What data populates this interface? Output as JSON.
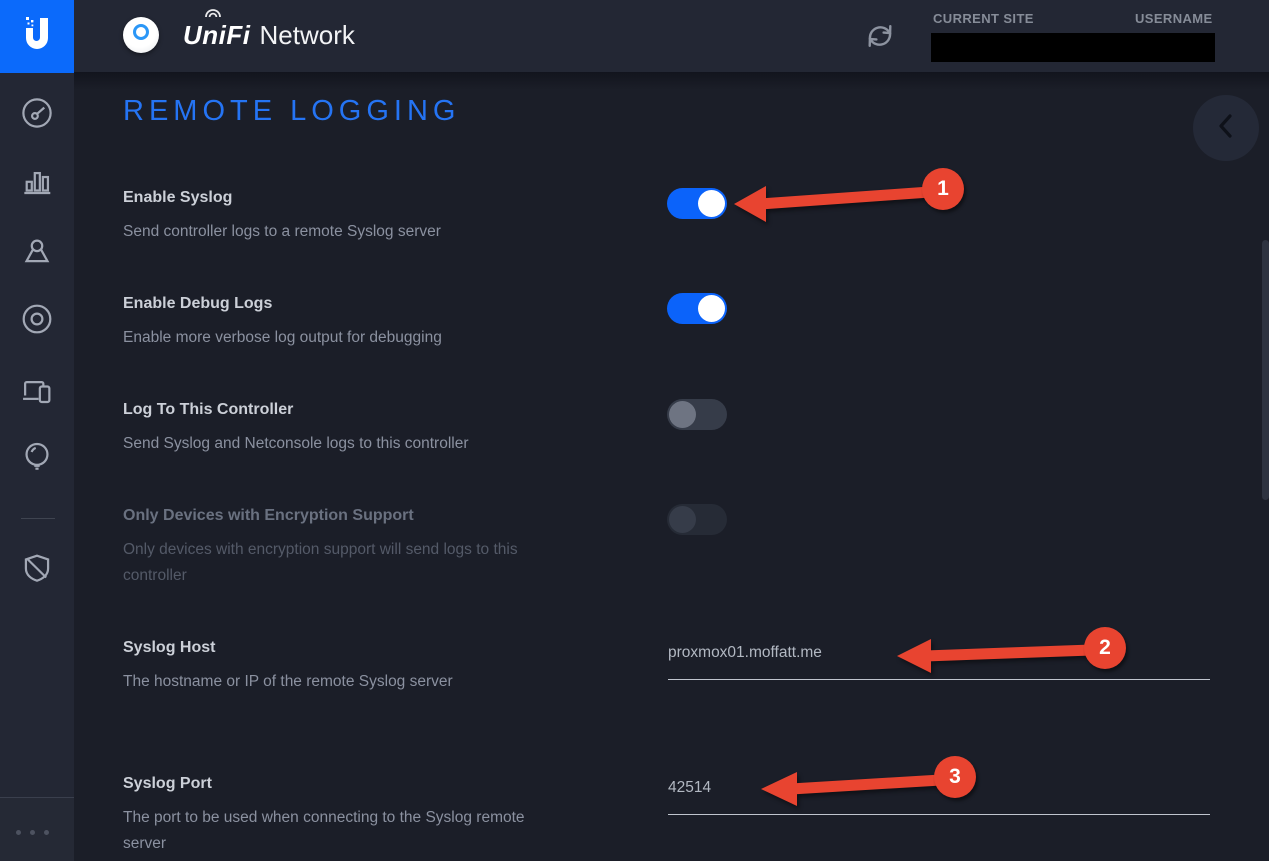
{
  "colors": {
    "accent_blue": "#2574f4",
    "toggle_blue": "#0b63fa",
    "arrow_red": "#e84430",
    "sidebar_bg": "#232734",
    "content_bg": "#1b1e28"
  },
  "header": {
    "brand_primary": "UniFi",
    "brand_secondary": "Network",
    "current_site_label": "CURRENT SITE",
    "username_label": "USERNAME",
    "values_redacted": true,
    "icons": [
      "unifi-ap-device-icon",
      "refresh-icon"
    ]
  },
  "sidebar": {
    "logo_icon": "ubiquiti-u-logo",
    "items": [
      {
        "icon": "dashboard-gauge-icon"
      },
      {
        "icon": "statistics-bars-icon"
      },
      {
        "icon": "map-pin-icon"
      },
      {
        "icon": "devices-icon"
      },
      {
        "icon": "clients-icon"
      },
      {
        "icon": "insights-bulb-icon"
      },
      {
        "icon": "threat-management-shield-icon"
      }
    ],
    "more_icon": "ellipsis-icon"
  },
  "page": {
    "title": "REMOTE LOGGING",
    "back_icon": "chevron-left-icon"
  },
  "settings": {
    "rows": [
      {
        "label": "Enable Syslog",
        "description": "Send controller logs to a remote Syslog server",
        "control": "toggle",
        "state": "on"
      },
      {
        "label": "Enable Debug Logs",
        "description": "Enable more verbose log output for debugging",
        "control": "toggle",
        "state": "on"
      },
      {
        "label": "Log To This Controller",
        "description": "Send Syslog and Netconsole logs to this controller",
        "control": "toggle",
        "state": "off"
      },
      {
        "label": "Only Devices with Encryption Support",
        "description": "Only devices with encryption support will send logs to this controller",
        "control": "toggle",
        "state": "off",
        "disabled": true
      },
      {
        "label": "Syslog Host",
        "description": "The hostname or IP of the remote Syslog server",
        "control": "text-input",
        "value": "proxmox01.moffatt.me"
      },
      {
        "label": "Syslog Port",
        "description": "The port to be used when connecting to the Syslog remote server",
        "control": "text-input",
        "value": "42514"
      }
    ]
  },
  "annotations": [
    {
      "number": "1",
      "target": "enable-syslog-toggle"
    },
    {
      "number": "2",
      "target": "syslog-host-input"
    },
    {
      "number": "3",
      "target": "syslog-port-input"
    }
  ]
}
